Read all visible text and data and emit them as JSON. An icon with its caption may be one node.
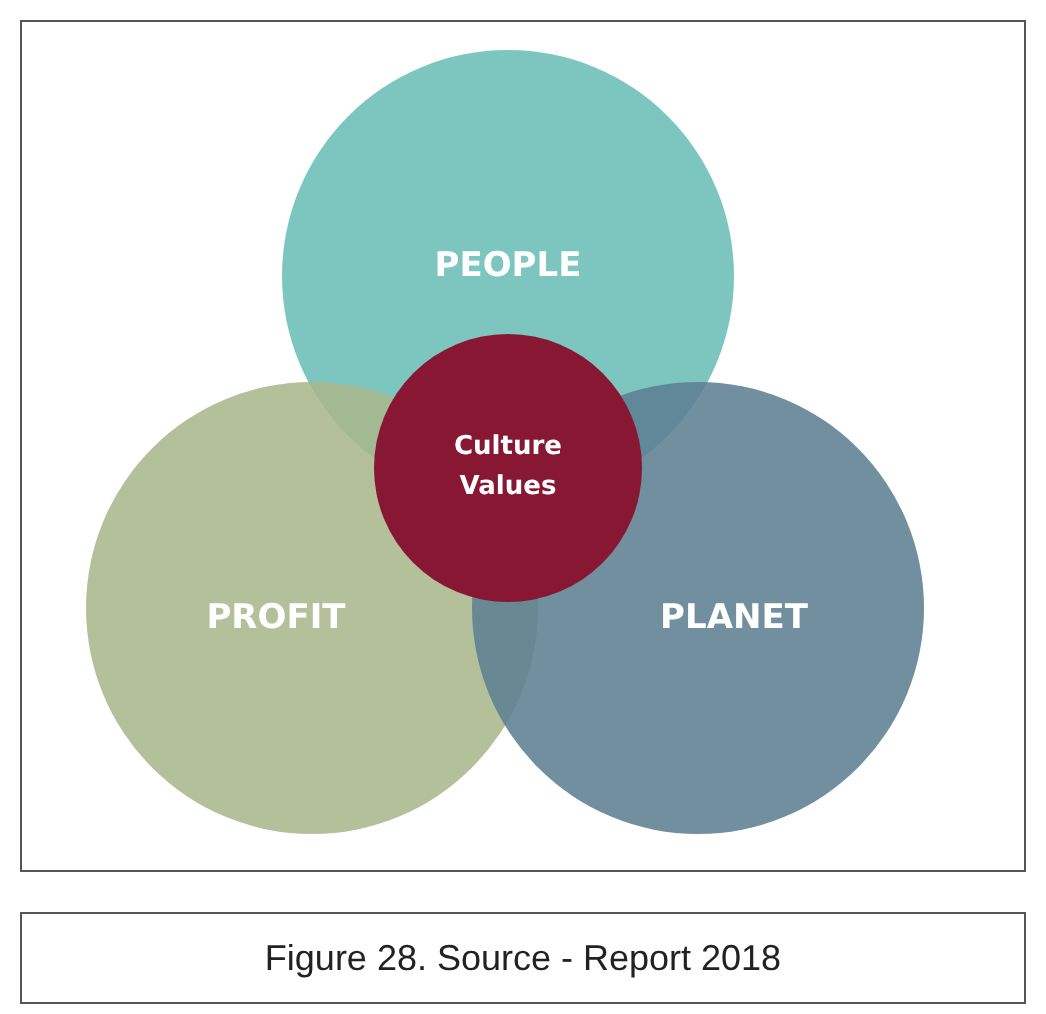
{
  "diagram": {
    "caption": "Figure 28. Source - Report 2018",
    "nodes": [
      {
        "text": [
          "PEOPLE"
        ]
      },
      {
        "text": [
          "PROFIT"
        ]
      },
      {
        "text": [
          "PLANET"
        ]
      },
      {
        "text": [
          "Culture Values"
        ]
      }
    ]
  }
}
